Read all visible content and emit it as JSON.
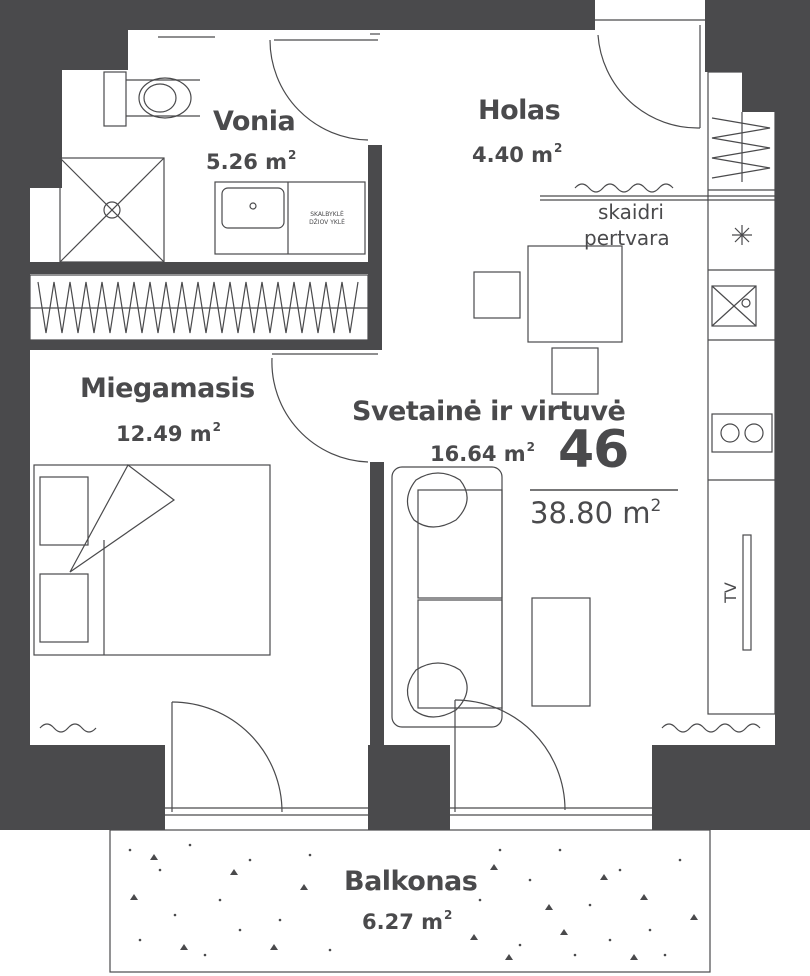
{
  "colors": {
    "wall": "#4a4a4c",
    "line": "#4a4a4c",
    "background": "#ffffff"
  },
  "apartment": {
    "number": "46",
    "total_area": "38.80 m",
    "area_unit_sup": "2"
  },
  "rooms": [
    {
      "id": "vonia",
      "name": "Vonia",
      "area": "5.26 m"
    },
    {
      "id": "holas",
      "name": "Holas",
      "area": "4.40 m"
    },
    {
      "id": "miegamasis",
      "name": "Miegamasis",
      "area": "12.49 m"
    },
    {
      "id": "svetaine",
      "name": "Svetainė ir virtuvė",
      "area": "16.64 m"
    },
    {
      "id": "balkonas",
      "name": "Balkonas",
      "area": "6.27  m"
    }
  ],
  "annotations": {
    "partition_line1": "skaidri",
    "partition_line2": "pertvara",
    "washer_line1": "SKALBYKLĖ",
    "washer_line2": "DŽIOV YKLĖ",
    "tv": "TV"
  }
}
